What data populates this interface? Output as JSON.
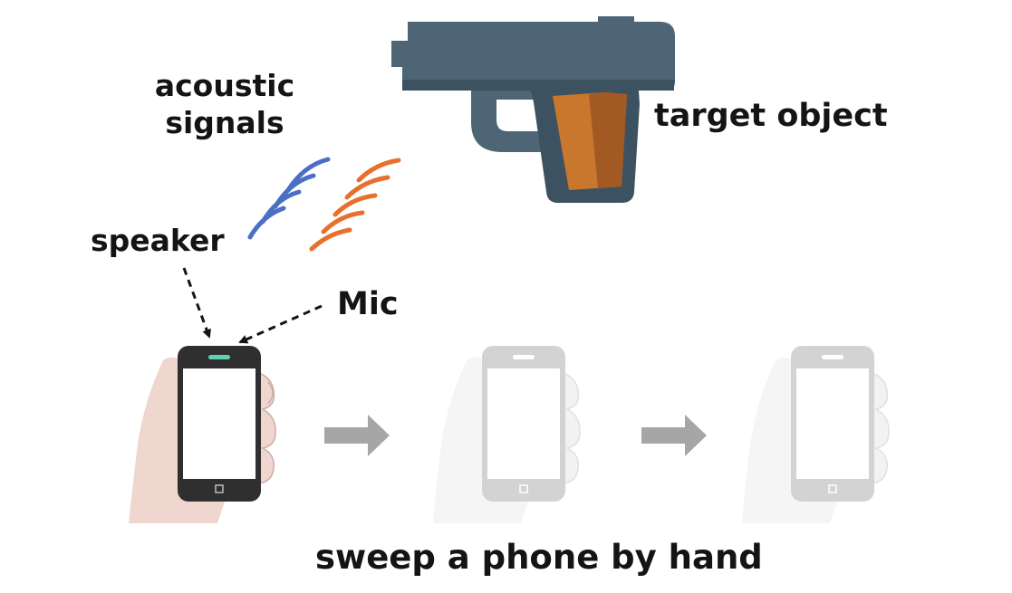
{
  "labels": {
    "acoustic_line1": "acoustic",
    "acoustic_line2": "signals",
    "target": "target object",
    "speaker": "speaker",
    "mic": "Mic",
    "caption": "sweep a phone by hand"
  },
  "colors": {
    "gun_body": "#4e6575",
    "gun_dark": "#3c5261",
    "gun_grip": "#c9772e",
    "gun_grip_dark": "#a25a22",
    "wave_blue": "#4a6fc4",
    "wave_orange": "#e86f2d",
    "phone_dark": "#2f2f2f",
    "phone_ghost": "#cfcfcf",
    "hand_skin": "#efd6cf",
    "arrow_gray": "#a6a6a6",
    "mic_dot": "#5fd1b5"
  },
  "icons": {
    "target": "pistol-icon",
    "phone": "smartphone-in-hand-icon",
    "arrow": "arrow-right-icon"
  }
}
